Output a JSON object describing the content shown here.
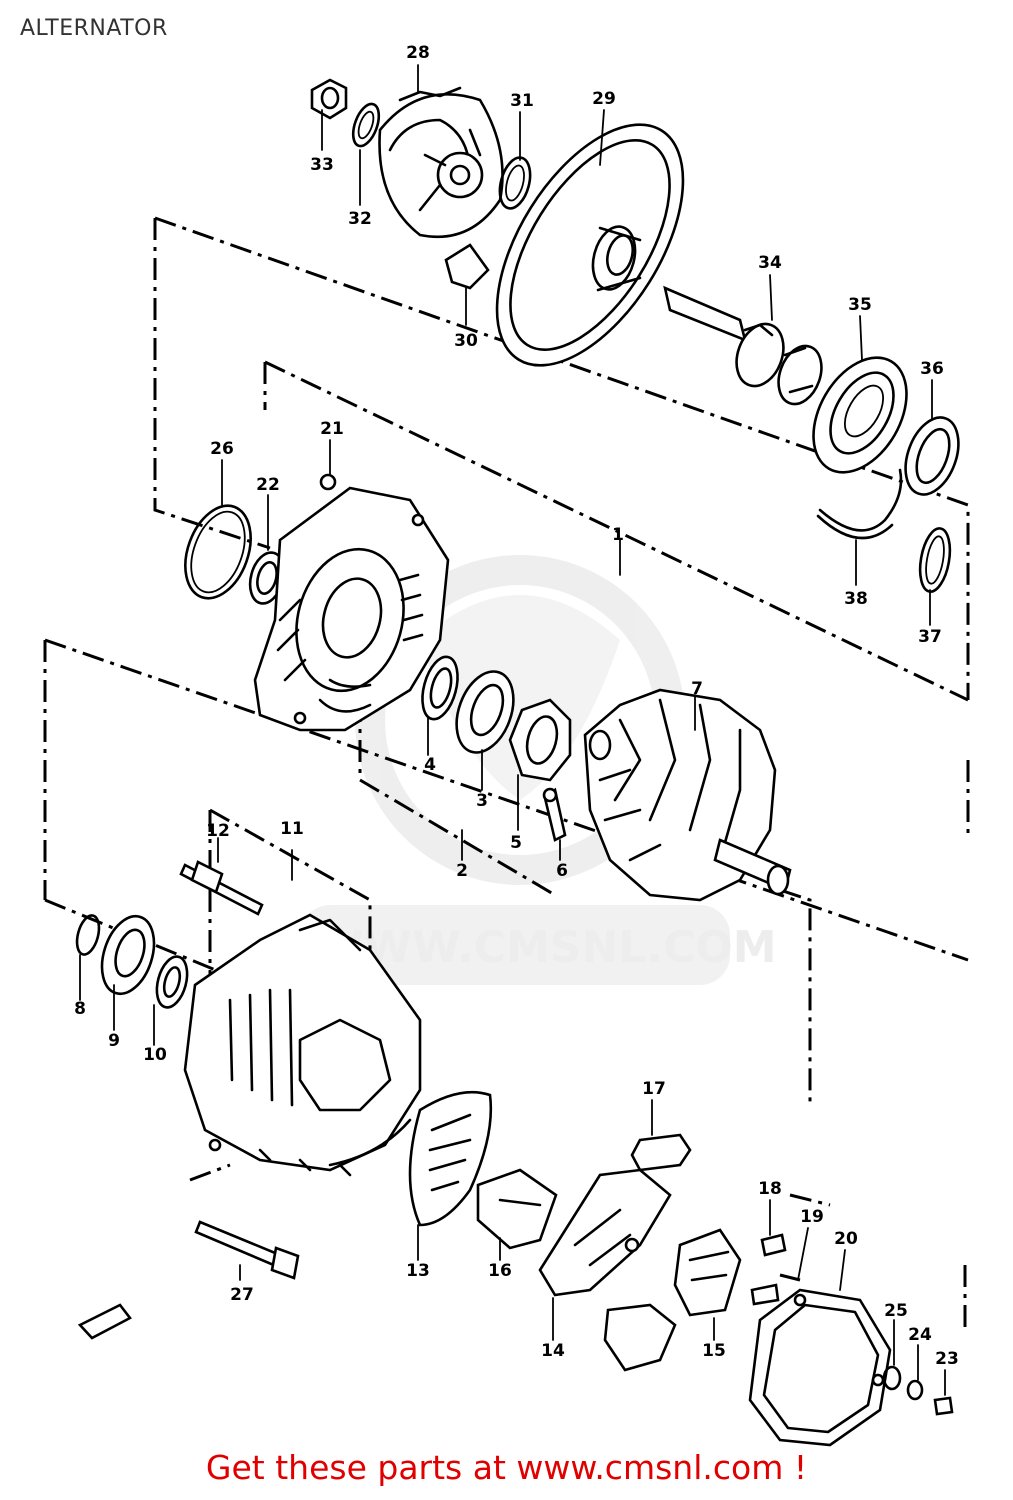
{
  "title": "ALTERNATOR",
  "footer": "Get these parts at www.cmsnl.com !",
  "watermark": "WWW.CMSNL.COM",
  "colors": {
    "footer": "#e00000",
    "lines": "#000000",
    "watermark": "#e6e6e6"
  },
  "part_labels": [
    "1",
    "2",
    "3",
    "4",
    "5",
    "6",
    "7",
    "8",
    "9",
    "10",
    "11",
    "12",
    "13",
    "14",
    "15",
    "16",
    "17",
    "18",
    "19",
    "20",
    "21",
    "22",
    "23",
    "24",
    "25",
    "26",
    "27",
    "28",
    "29",
    "30",
    "31",
    "32",
    "33",
    "34",
    "35",
    "36",
    "37",
    "38"
  ]
}
